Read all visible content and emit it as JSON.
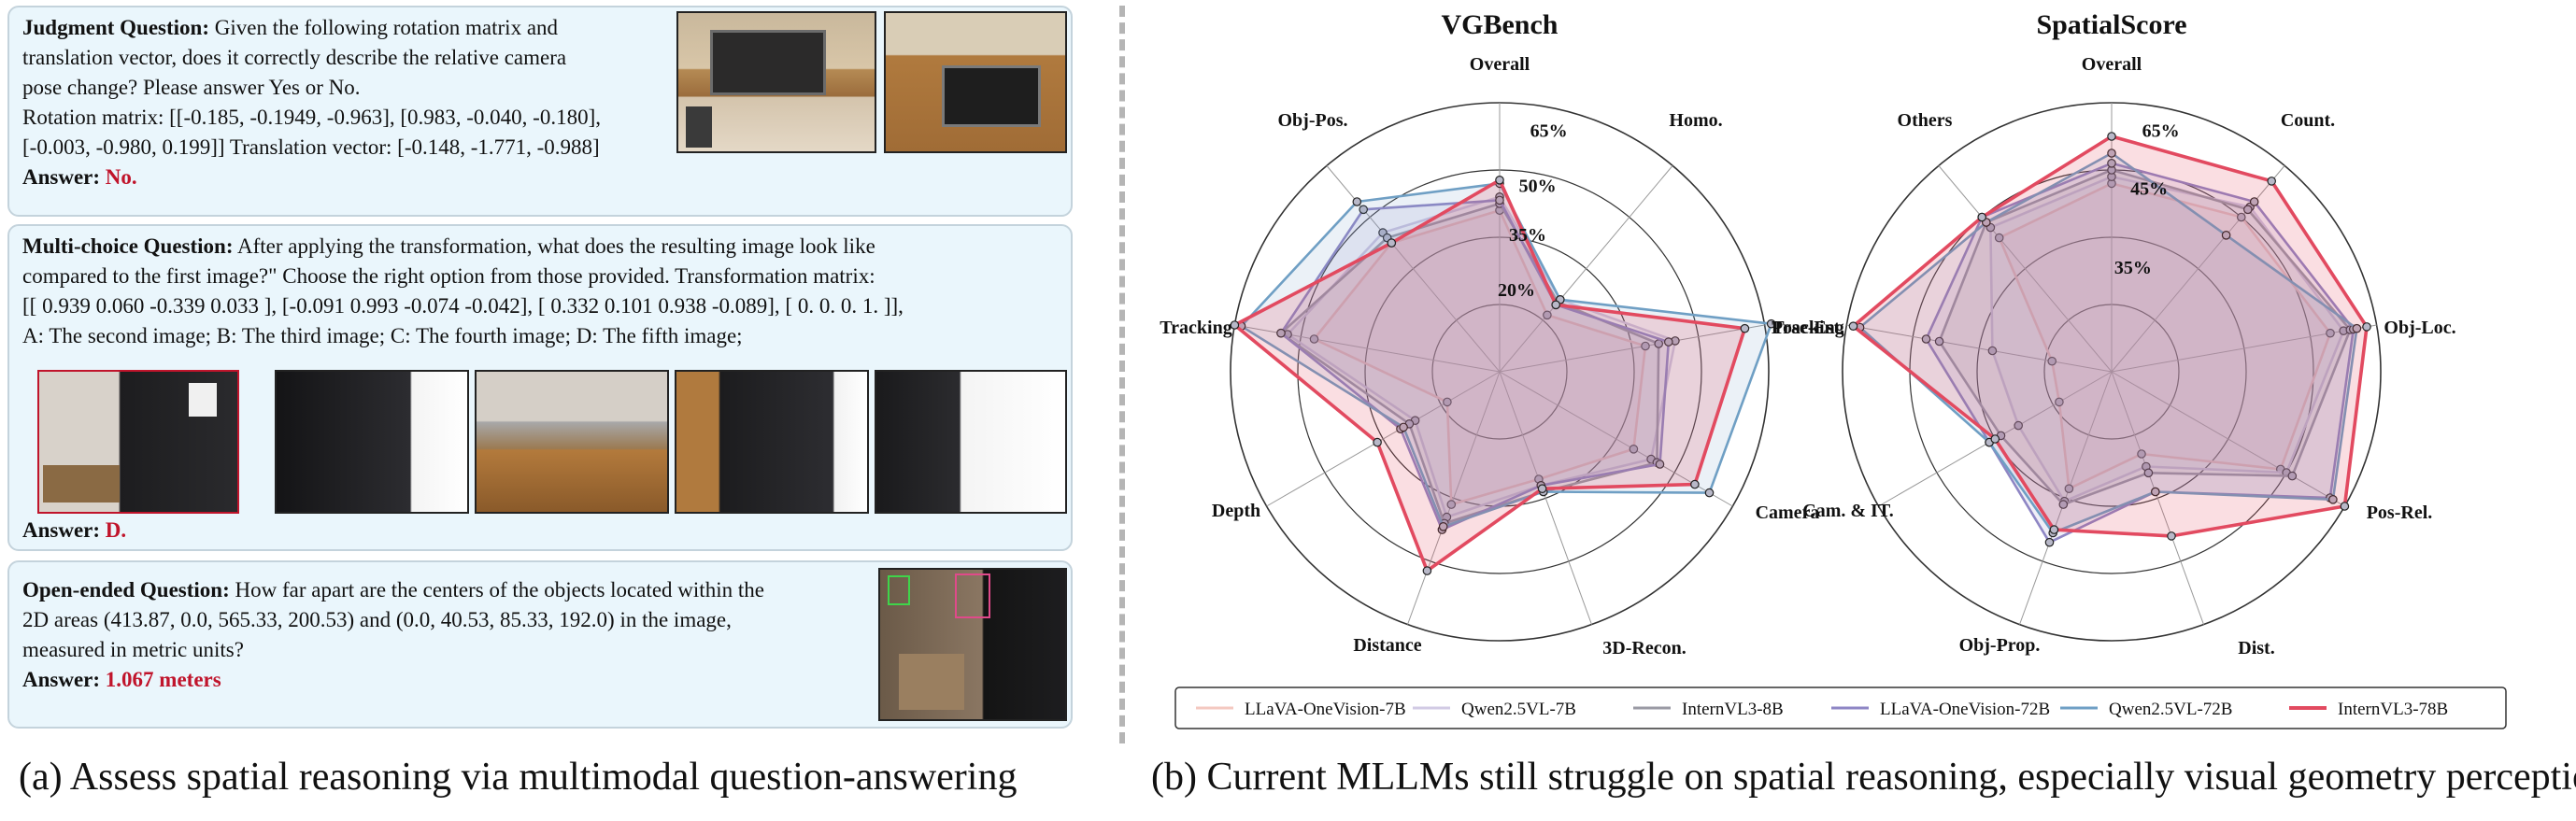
{
  "panel_a": {
    "q1": {
      "label": "Judgment Question:",
      "lines": [
        " Given the following rotation matrix and",
        "translation vector, does it correctly describe the relative camera",
        "pose change? Please answer Yes or No.",
        "Rotation matrix: [[-0.185, -0.1949, -0.963], [0.983, -0.040, -0.180],",
        "[-0.003, -0.980, 0.199]]  Translation vector: [-0.148, -1.771, -0.988]"
      ],
      "answer_label": "Answer:",
      "answer_value": "No."
    },
    "q2": {
      "label": "Multi-choice Question:",
      "lines": [
        " After applying the transformation, what does the resulting image look like",
        "compared to the first image?\" Choose the right option from those provided. Transformation matrix:",
        "[[ 0.939 0.060 -0.339 0.033 ], [-0.091 0.993 -0.074 -0.042], [ 0.332 0.101 0.938 -0.089], [ 0. 0. 0. 1. ]],",
        "A: The second image; B: The third image; C: The fourth image; D: The fifth image;"
      ],
      "answer_label": "Answer:",
      "answer_value": "D."
    },
    "q3": {
      "label": "Open-ended Question:",
      "lines": [
        " How far apart are the centers of the objects located within the",
        "2D areas (413.87, 0.0, 565.33, 200.53) and (0.0, 40.53, 85.33, 192.0) in the image,",
        "measured in metric units?"
      ],
      "answer_label": "Answer:",
      "answer_value": "1.067 meters"
    },
    "caption": "(a) Assess spatial reasoning via multimodal question-answering"
  },
  "caption_b": "(b) Current MLLMs still struggle on spatial reasoning, especially visual geometry perception",
  "chart_data": [
    {
      "type": "radar",
      "title": "VGBench",
      "axes": [
        "Overall",
        "Homo.",
        "Pose-Est.",
        "Camera",
        "3D-Recon.",
        "Distance",
        "Depth",
        "Tracking",
        "Obj-Pos."
      ],
      "ring_labels": [
        "20%",
        "35%",
        "50%",
        "65%"
      ],
      "range": [
        0,
        80
      ],
      "series": [
        {
          "name": "LLaVA-OneVision-7B",
          "color": "#f4c9c0",
          "values": [
            48,
            22,
            44,
            46,
            34,
            42,
            18,
            56,
            50
          ]
        },
        {
          "name": "Qwen2.5VL-7B",
          "color": "#d2cbe4",
          "values": [
            52,
            28,
            53,
            52,
            36,
            46,
            29,
            64,
            54
          ]
        },
        {
          "name": "InternVL3-8B",
          "color": "#9a9aa4",
          "values": [
            50,
            27,
            48,
            54,
            38,
            48,
            31,
            66,
            52
          ]
        },
        {
          "name": "LLaVA-OneVision-72B",
          "color": "#8e86c4",
          "values": [
            51,
            26,
            51,
            55,
            36,
            50,
            34,
            66,
            63
          ]
        },
        {
          "name": "Qwen2.5VL-72B",
          "color": "#6f9fc4",
          "values": [
            56,
            28,
            82,
            72,
            38,
            49,
            33,
            78,
            66
          ]
        },
        {
          "name": "InternVL3-78B",
          "color": "#e24a60",
          "values": [
            57,
            26,
            74,
            67,
            37,
            63,
            42,
            80,
            50
          ]
        }
      ]
    },
    {
      "type": "radar",
      "title": "SpatialScore",
      "axes": [
        "Overall",
        "Count.",
        "Obj-Loc.",
        "Pos-Rel.",
        "Dist.",
        "Obj-Prop.",
        "Cam. & IT.",
        "Tracking",
        "Others"
      ],
      "ring_labels": [
        "35%",
        "45%",
        "65%"
      ],
      "range": [
        0,
        80
      ],
      "series": [
        {
          "name": "LLaVA-OneVision-7B",
          "color": "#f4c9c0",
          "values": [
            56,
            60,
            66,
            58,
            26,
            37,
            18,
            18,
            52
          ]
        },
        {
          "name": "Qwen2.5VL-7B",
          "color": "#d2cbe4",
          "values": [
            58,
            64,
            70,
            60,
            30,
            41,
            32,
            36,
            56
          ]
        },
        {
          "name": "InternVL3-8B",
          "color": "#9a9aa4",
          "values": [
            60,
            63,
            72,
            62,
            32,
            42,
            38,
            52,
            58
          ]
        },
        {
          "name": "LLaVA-OneVision-72B",
          "color": "#8e86c4",
          "values": [
            62,
            66,
            73,
            75,
            38,
            54,
            42,
            56,
            60
          ]
        },
        {
          "name": "Qwen2.5VL-72B",
          "color": "#6f9fc4",
          "values": [
            65,
            53,
            74,
            76,
            38,
            51,
            42,
            76,
            58
          ]
        },
        {
          "name": "InternVL3-78B",
          "color": "#e24a60",
          "values": [
            70,
            74,
            77,
            80,
            52,
            50,
            40,
            78,
            60
          ]
        }
      ]
    }
  ],
  "legend": {
    "items": [
      {
        "name": "LLaVA-OneVision-7B",
        "color": "#f4c9c0"
      },
      {
        "name": "Qwen2.5VL-7B",
        "color": "#d2cbe4"
      },
      {
        "name": "InternVL3-8B",
        "color": "#9a9aa4"
      },
      {
        "name": "LLaVA-OneVision-72B",
        "color": "#8e86c4"
      },
      {
        "name": "Qwen2.5VL-72B",
        "color": "#6f9fc4"
      },
      {
        "name": "InternVL3-78B",
        "color": "#e24a60"
      }
    ]
  }
}
